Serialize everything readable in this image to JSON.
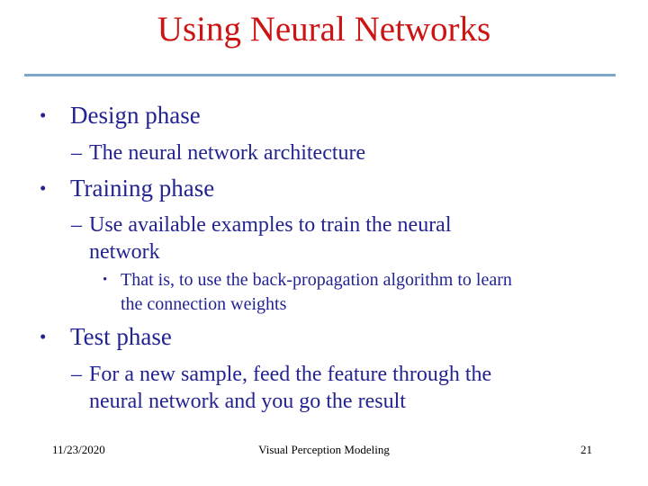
{
  "colors": {
    "title": "#cc1414",
    "body": "#232391",
    "rule": "#7ea6c9",
    "footer": "#000000"
  },
  "slide": {
    "title": "Using Neural Networks"
  },
  "bullets": [
    {
      "level": 1,
      "marker": "•",
      "lines": [
        "Design phase"
      ]
    },
    {
      "level": 2,
      "marker": "–",
      "lines": [
        "The neural network architecture"
      ]
    },
    {
      "level": 1,
      "marker": "•",
      "lines": [
        "Training phase"
      ]
    },
    {
      "level": 2,
      "marker": "–",
      "lines": [
        "Use available examples to train the neural",
        "network"
      ]
    },
    {
      "level": 3,
      "marker": "•",
      "lines": [
        "That is, to use the back-propagation algorithm to learn",
        "the connection weights"
      ]
    },
    {
      "level": 1,
      "marker": "•",
      "lines": [
        "Test phase"
      ]
    },
    {
      "level": 2,
      "marker": "–",
      "lines": [
        "For a new sample, feed the feature through the",
        "neural network and you go the result"
      ]
    }
  ],
  "footer": {
    "date": "11/23/2020",
    "center": "Visual Perception Modeling",
    "page": "21"
  }
}
